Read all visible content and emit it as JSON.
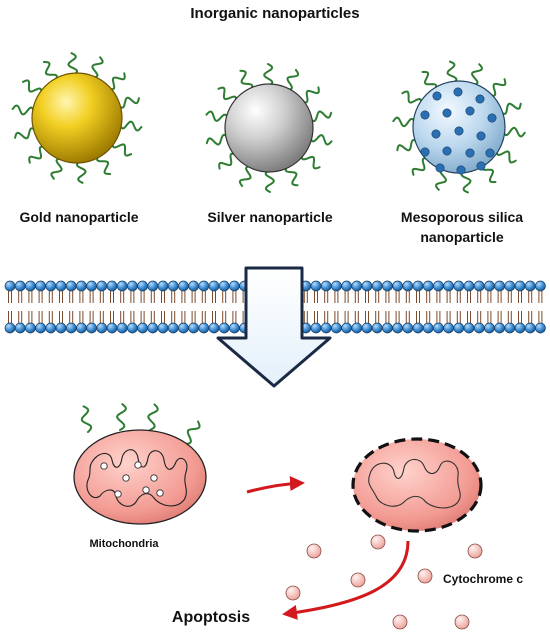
{
  "title": "Inorganic nanoparticles",
  "particles": [
    {
      "label_lines": [
        "Gold nanoparticle"
      ],
      "material": "gold",
      "color": "#e8c21a"
    },
    {
      "label_lines": [
        "Silver nanoparticle"
      ],
      "material": "silver",
      "color": "#c8c8c8"
    },
    {
      "label_lines": [
        "Mesoporous silica",
        "nanoparticle"
      ],
      "material": "mesoporous-silica",
      "color": "#bcd8ee"
    }
  ],
  "mitochondria_label": "Mitochondria",
  "cytochrome_label": "Cytochrome c",
  "apoptosis_label": "Apoptosis",
  "colors": {
    "ligand": "#2e7d32",
    "membrane_head": "#3d8fd6",
    "mito_fill": "#f29a92",
    "arrow_red": "#d2191e",
    "pore": "#2a6fb3",
    "cytochrome": "#f6c2bc"
  }
}
